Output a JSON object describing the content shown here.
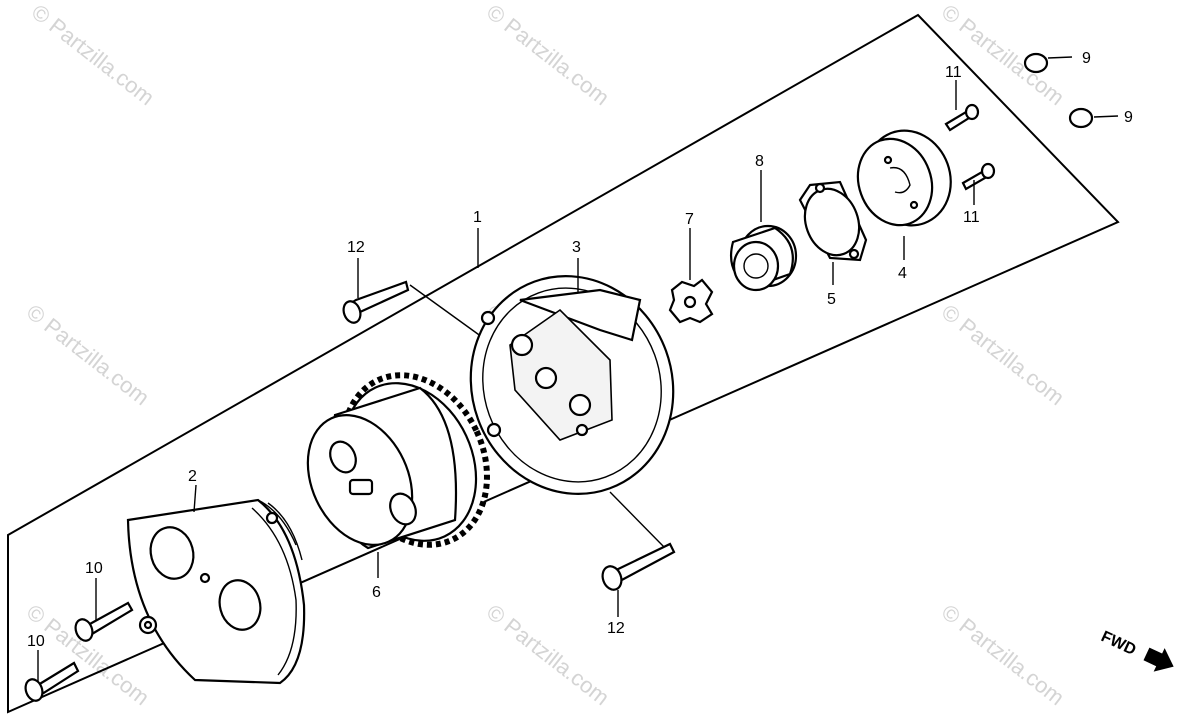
{
  "watermark": "© Partzilla.com",
  "fwd_label": "FWD",
  "callouts": {
    "c1": "1",
    "c2": "2",
    "c3": "3",
    "c4": "4",
    "c5": "5",
    "c6": "6",
    "c7": "7",
    "c8": "8",
    "c9a": "9",
    "c9b": "9",
    "c10a": "10",
    "c10b": "10",
    "c11a": "11",
    "c11b": "11",
    "c12a": "12",
    "c12b": "12"
  }
}
